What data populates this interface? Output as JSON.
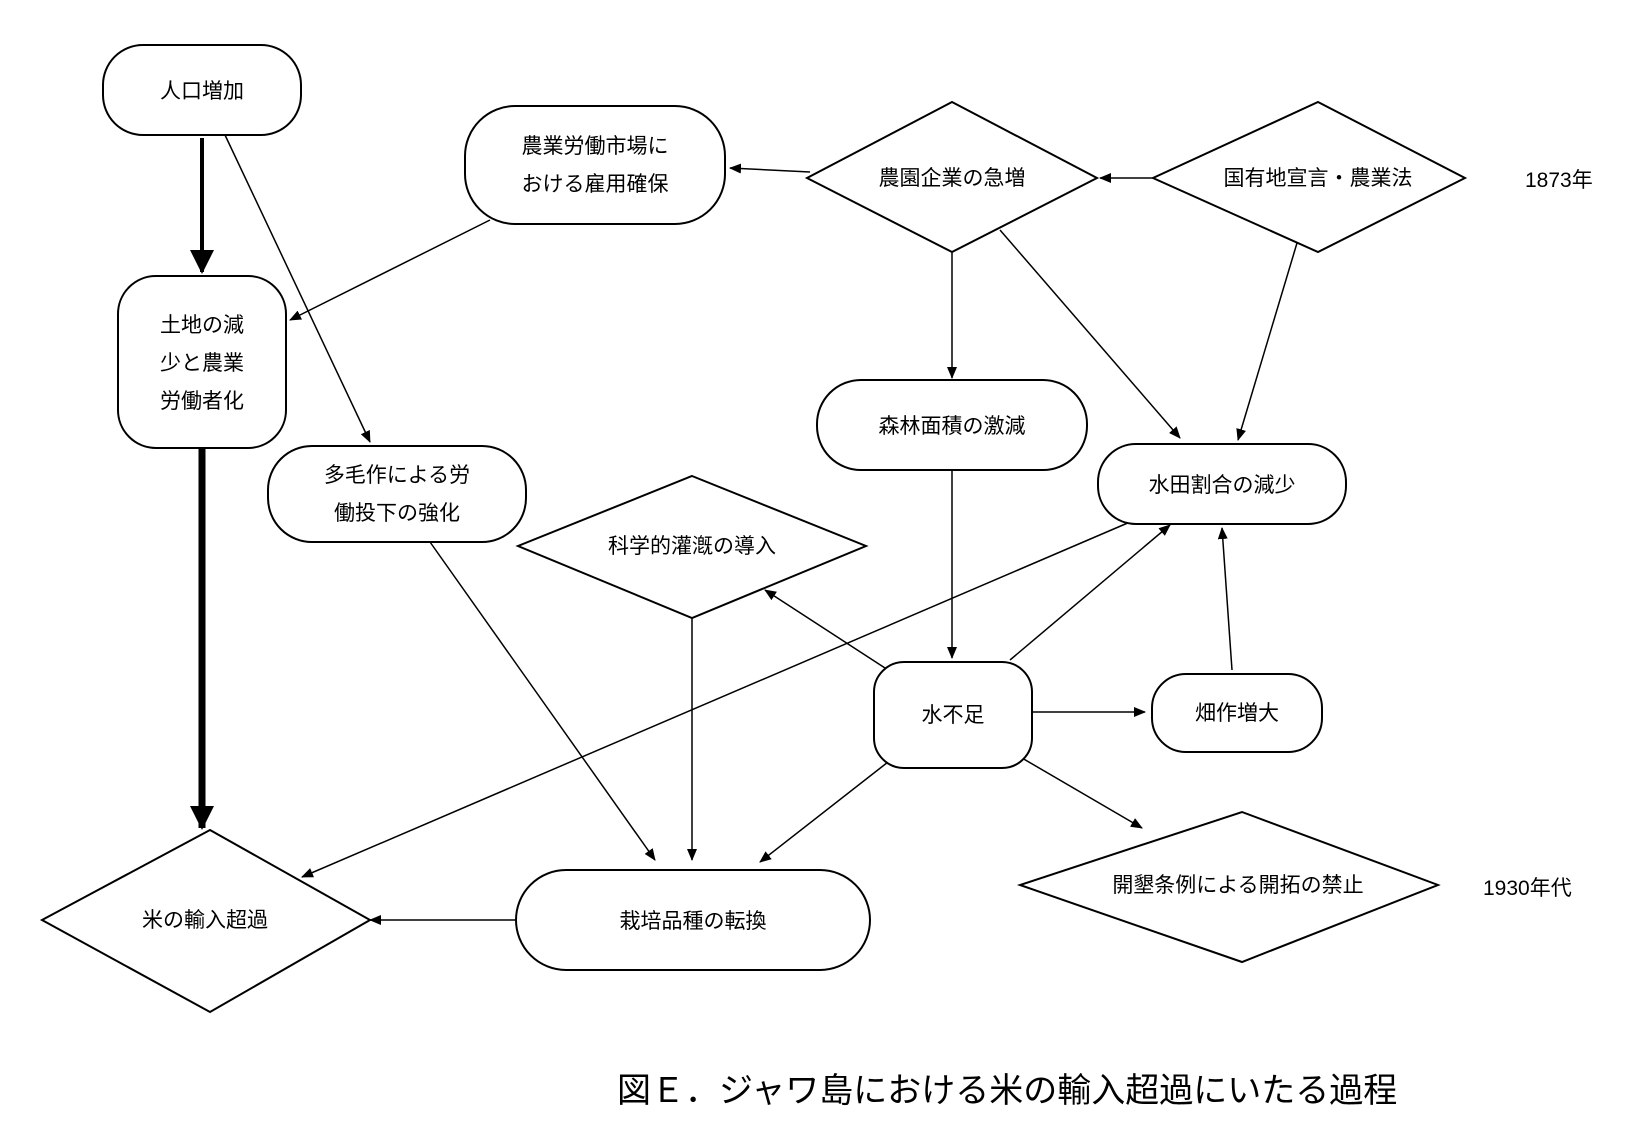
{
  "nodes": {
    "population_increase": "人口増加",
    "labor_market_employment": [
      "農業労働市場に",
      "おける雇用確保"
    ],
    "plantation_surge": "農園企業の急増",
    "state_land_law": "国有地宣言・農業法",
    "land_decrease": [
      "土地の減",
      "少と農業",
      "労働者化"
    ],
    "multicropping_labor": [
      "多毛作による労",
      "働投下の強化"
    ],
    "forest_decrease": "森林面積の激減",
    "paddy_ratio_decrease": "水田割合の減少",
    "scientific_irrigation": "科学的灌漑の導入",
    "water_shortage": "水不足",
    "upland_increase": "畑作増大",
    "rice_import_excess": "米の輸入超過",
    "variety_conversion": "栽培品種の転換",
    "reclamation_ban": "開墾条例による開拓の禁止"
  },
  "side_labels": {
    "year_1873": "1873年",
    "year_1930s": "1930年代"
  },
  "caption": "図Ｅ．ジャワ島における米の輸入超過にいたる過程"
}
